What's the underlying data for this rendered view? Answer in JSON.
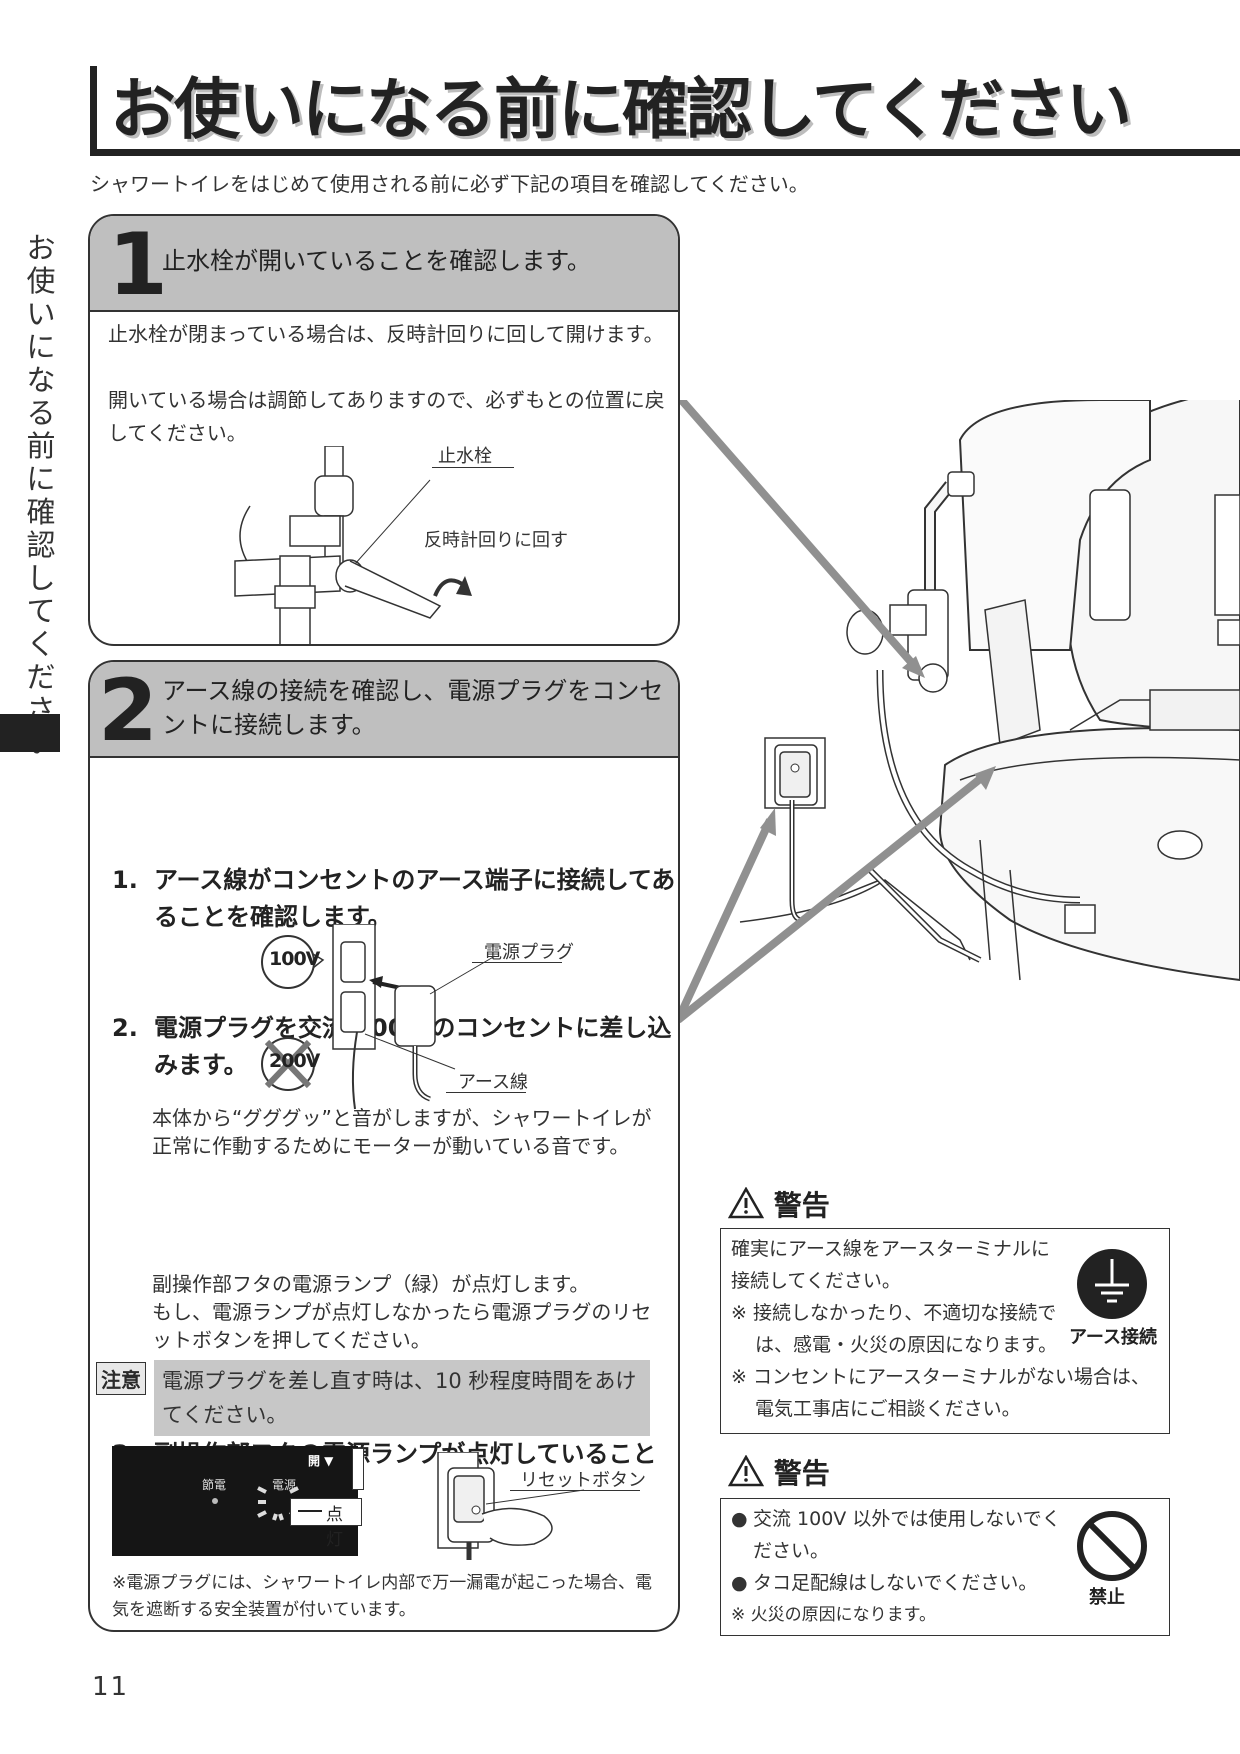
{
  "page": {
    "title": "お使いになる前に確認してください",
    "intro": "シャワートイレをはじめて使用される前に必ず下記の項目を確認してください。",
    "side_tab": "お使いになる前に確認してください",
    "page_number": "11"
  },
  "step1": {
    "number": "1",
    "heading": "止水栓が開いていることを確認します。",
    "body_line1": "止水栓が閉まっている場合は、反時計回りに回して開けます。",
    "body_line2": "開いている場合は調節してありますので、必ずもとの位置に戻してください。",
    "label_valve": "止水栓",
    "label_turn": "反時計回りに回す"
  },
  "step2": {
    "number": "2",
    "heading": "アース線の接続を確認し、電源プラグをコンセントに接続します。",
    "item1_num": "1.",
    "item1": "アース線がコンセントのアース端子に接続してあることを確認します。",
    "item2_num": "2.",
    "item2": "電源プラグを交流 100V のコンセントに差し込みます。",
    "label_plug": "電源プラグ",
    "label_earth": "アース線",
    "badge_100v": "100V",
    "badge_200v": "200V",
    "item2_note": "本体から“グググッ”と音がしますが、シャワートイレが正常に作動するためにモーターが動いている音です。",
    "item3_num": "3.",
    "item3": "副操作部フタの電源ランプが点灯していることを確認します。",
    "item3_note1": "副操作部フタの電源ランプ（緑）が点灯します。",
    "item3_note2": "もし、電源ランプが点灯しなかったら電源プラグのリセットボタンを押してください。",
    "caution_label": "注意",
    "caution_text": "電源プラグを差し直す時は、10 秒程度時間をあけてください。",
    "panel_open": "開 ▼",
    "panel_save": "節電",
    "panel_power": "電源",
    "panel_lit": "点灯",
    "label_reset": "リセットボタン",
    "footnote": "※電源プラグには、シャワートイレ内部で万一漏電が起こった場合、電気を遮断する安全装置が付いています。"
  },
  "warning1": {
    "heading": "警告",
    "text1": "確実にアース線をアースターミナルに接続してください。",
    "note1": "※ 接続しなかったり、不適切な接続では、感電・火災の原因になります。",
    "icon_label": "アース接続",
    "note2": "※ コンセントにアースターミナルがない場合は、電気工事店にご相談ください。"
  },
  "warning2": {
    "heading": "警告",
    "bullet1": "交流 100V 以外では使用しないでください。",
    "bullet2": "タコ足配線はしないでください。",
    "note": "※ 火災の原因になります。",
    "icon_label": "禁止"
  }
}
